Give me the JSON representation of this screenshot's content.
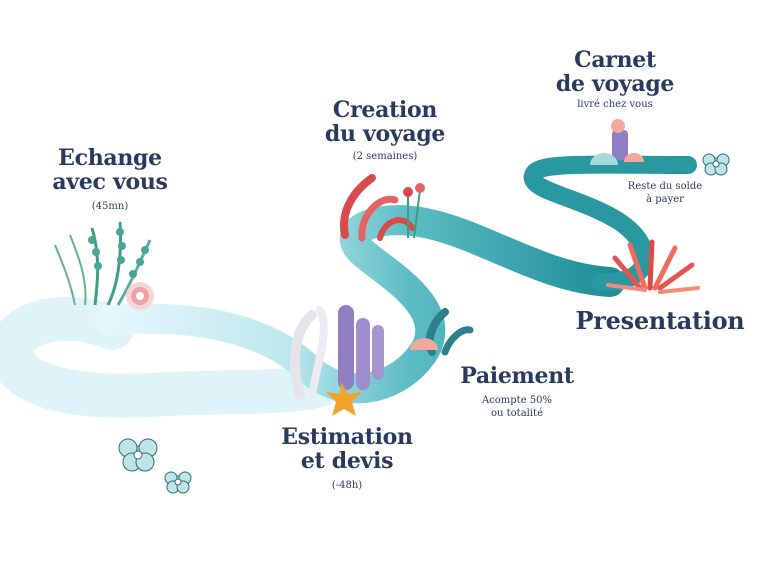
{
  "steps": {
    "echange": {
      "title_line1": "Echange",
      "title_line2": "avec vous",
      "detail": "(45mn)"
    },
    "estimation": {
      "title_line1": "Estimation",
      "title_line2": "et devis",
      "detail": "(-48h)"
    },
    "creation": {
      "title_line1": "Creation",
      "title_line2": "du voyage",
      "detail": "(2 semaines)"
    },
    "paiement": {
      "title": "Paiement",
      "detail_line1": "Acompte 50%",
      "detail_line2": "ou totalité"
    },
    "presentation": {
      "title": "Presentation"
    },
    "solde": {
      "detail_line1": "Reste du solde",
      "detail_line2": "à payer"
    },
    "carnet": {
      "title_line1": "Carnet",
      "title_line2": "de voyage",
      "detail": "livré chez vous"
    }
  },
  "colors": {
    "text": "#2a3a5e",
    "path_light": "#cdeef5",
    "path_dark": "#1f8e97",
    "coral_red": "#d94b4b",
    "coral_purple": "#8f7fc0",
    "seaweed_green": "#3e9f86",
    "starfish": "#f4a32a"
  }
}
